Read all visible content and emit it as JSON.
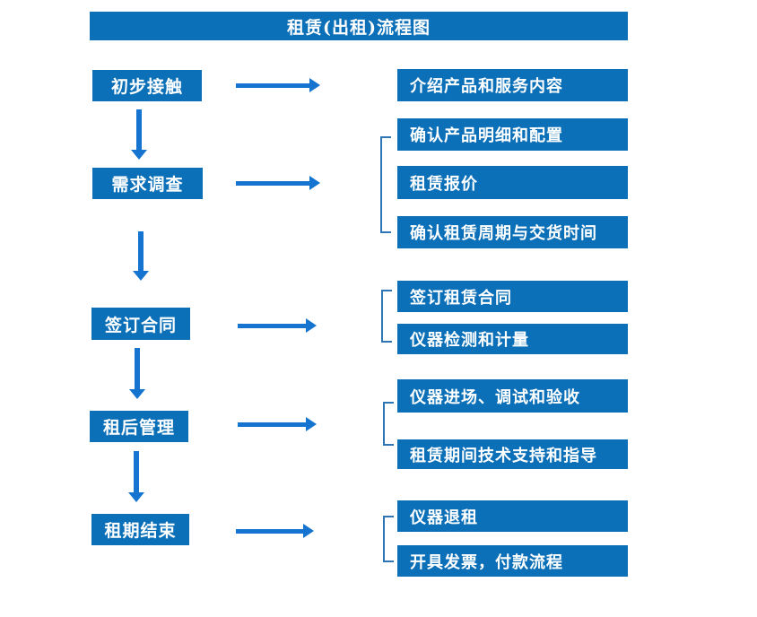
{
  "title": "租赁(出租)流程图",
  "colors": {
    "box_fill": "#0c70b8",
    "arrow": "#1474d0",
    "bracket": "#2e75b6",
    "text": "#ffffff",
    "background": "#ffffff"
  },
  "groups": [
    {
      "step": "初步接触",
      "details": [
        "介绍产品和服务内容"
      ]
    },
    {
      "step": "需求调查",
      "details": [
        "确认产品明细和配置",
        "租赁报价",
        "确认租赁周期与交货时间"
      ]
    },
    {
      "step": "签订合同",
      "details": [
        "签订租赁合同",
        "仪器检测和计量"
      ]
    },
    {
      "step": "租后管理",
      "details": [
        "仪器进场、调试和验收",
        "租赁期间技术支持和指导"
      ]
    },
    {
      "step": "租期结束",
      "details": [
        "仪器退租",
        "开具发票，付款流程"
      ]
    }
  ]
}
